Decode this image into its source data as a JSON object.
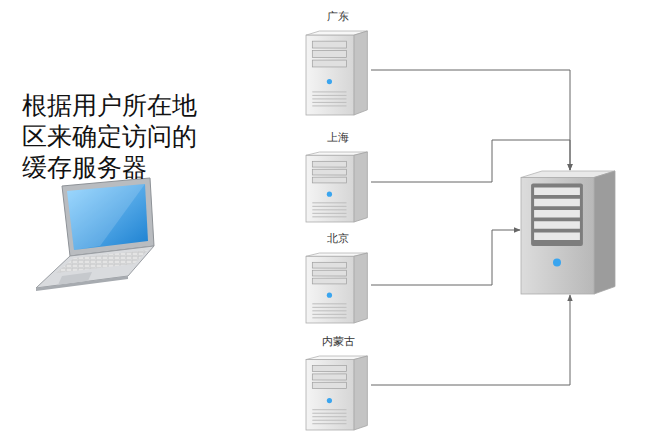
{
  "diagram": {
    "nodes": [
      {
        "text": [
          "广东"
        ]
      },
      {
        "text": [
          "上海"
        ]
      },
      {
        "text": [
          "北京"
        ]
      },
      {
        "text": [
          "内蒙古"
        ]
      },
      {
        "text": []
      }
    ],
    "edges": [
      {
        "from": 0,
        "to": 4,
        "arrow": "to"
      },
      {
        "from": 1,
        "to": 4,
        "arrow": "to"
      },
      {
        "from": 2,
        "to": 4,
        "arrow": "to"
      },
      {
        "from": 3,
        "to": 4,
        "arrow": "to"
      }
    ],
    "labels": [
      "根据用户所在地区来确定访问的缓存服务器"
    ]
  }
}
